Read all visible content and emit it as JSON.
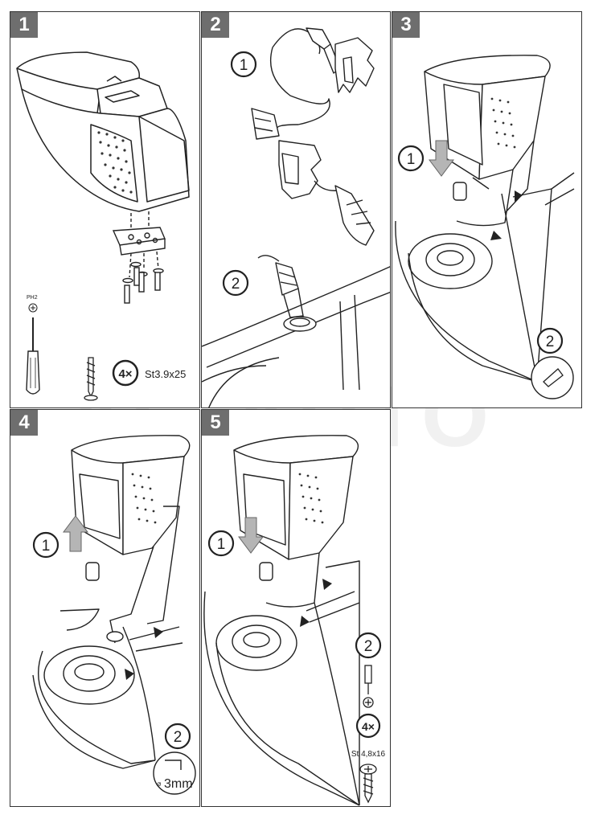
{
  "steps": [
    {
      "number": "1",
      "labels": {
        "screwdriver": "PH2",
        "screw_count": "4×",
        "screw_spec": "St3.9x25"
      }
    },
    {
      "number": "2",
      "callouts": [
        "1",
        "2"
      ]
    },
    {
      "number": "3",
      "callouts": [
        "1",
        "2"
      ]
    },
    {
      "number": "4",
      "callouts": [
        "1",
        "2"
      ],
      "labels": {
        "drill": "3mm"
      }
    },
    {
      "number": "5",
      "callouts": [
        "1",
        "2"
      ],
      "labels": {
        "screw_count": "4×",
        "screw_spec": "St 4,8x16"
      }
    }
  ],
  "watermark": "AG AUTO",
  "colors": {
    "badge": "#6e6e6e",
    "line": "#222222",
    "arrow": "#b5b5b5"
  }
}
